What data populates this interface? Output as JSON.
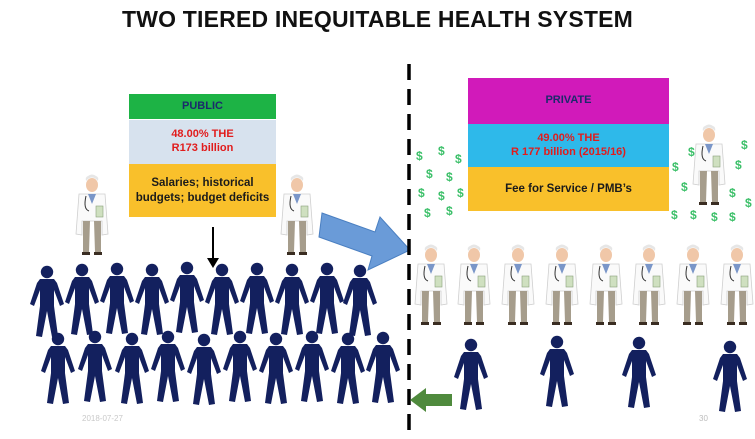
{
  "title": "TWO TIERED INEQUITABLE HEALTH SYSTEM",
  "public": {
    "heading": "PUBLIC",
    "share": "48.00% THE",
    "amount": "R173 billion",
    "note_line1": "Salaries; historical",
    "note_line2": "budgets; budget deficits"
  },
  "private": {
    "heading": "PRIVATE",
    "share": "49.00% THE",
    "amount": "R 177 billion (2015/16)",
    "note": "Fee for Service / PMB’s"
  },
  "currency_symbol": "$",
  "footer": {
    "date": "2018-07-27",
    "page": "30"
  },
  "colors": {
    "public_heading": "#1db345",
    "public_share_bg": "#d7e2ee",
    "private_heading": "#d11aba",
    "private_share_bg": "#2eb9ea",
    "note_bg": "#f9c02b",
    "share_text": "#e11c1c",
    "people": "#13205e",
    "flow_arrow": "#6a9bd8",
    "return_arrow": "#4f8a3d",
    "dollar": "#3dc06a"
  }
}
